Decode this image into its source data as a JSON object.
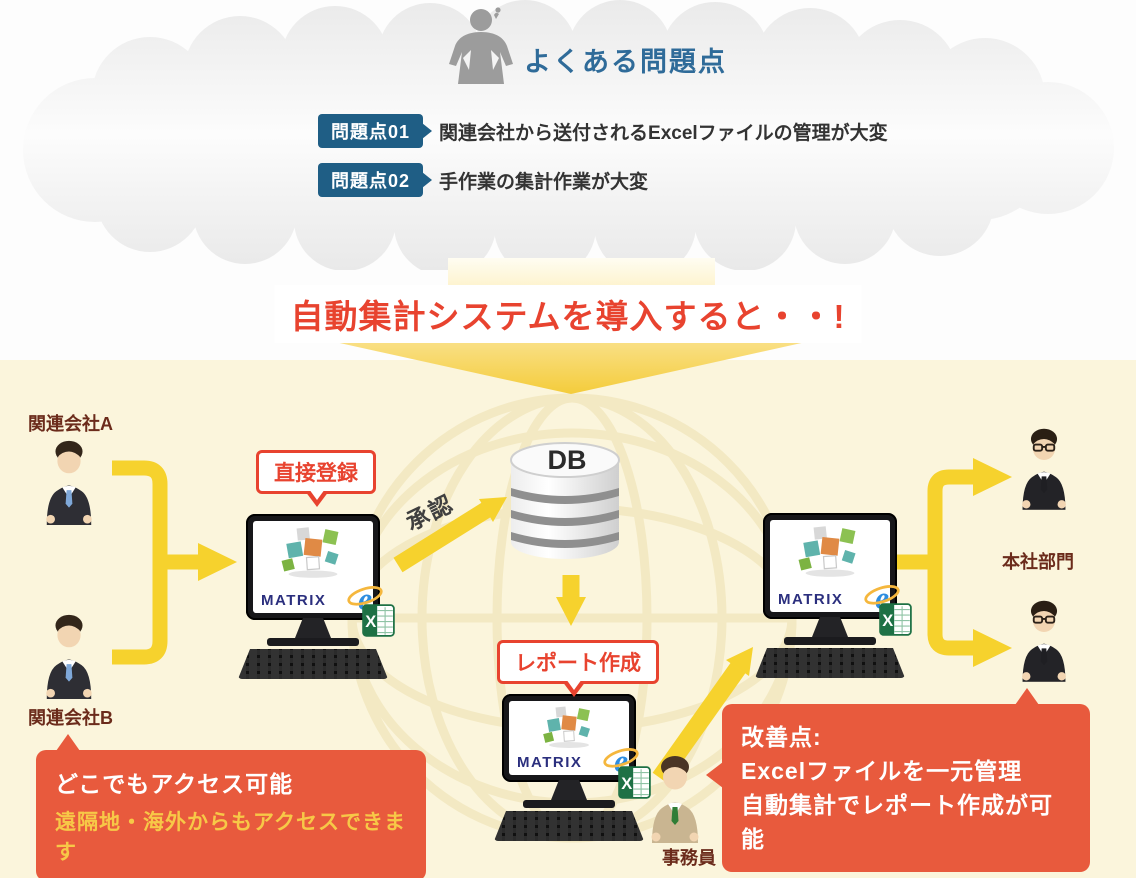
{
  "problem_cloud": {
    "title": "よくある問題点",
    "items": [
      {
        "badge": "問題点01",
        "text": "関連会社から送付されるExcelファイルの管理が大変"
      },
      {
        "badge": "問題点02",
        "text": "手作業の集計作業が大変"
      }
    ]
  },
  "intro_banner": {
    "title": "自動集計システムを導入すると・・!"
  },
  "flow": {
    "company_a": {
      "label": "関連会社A"
    },
    "company_b": {
      "label": "関連会社B"
    },
    "register_bubble": "直接登録",
    "approval_arrow": "承認",
    "database": "DB",
    "report_bubble": "レポート作成",
    "clerk": {
      "label": "事務員"
    },
    "headquarters": {
      "label": "本社部門"
    },
    "app_logo": "MATRIX",
    "ie_glyph": "e",
    "excel_glyph": "X",
    "access_note": {
      "title": "どこでもアクセス可能",
      "subtitle": "遠隔地・海外からもアクセスできます"
    },
    "improvement_note": {
      "lines": [
        "改善点:",
        "Excelファイルを一元管理",
        "自動集計でレポート作成が可能"
      ]
    }
  },
  "icons": {
    "person_silhouette": "person-silhouette-icon",
    "businessman": "businessman-icon",
    "executive": "executive-glasses-icon",
    "clerk": "clerk-icon",
    "database": "database-icon",
    "browser": "ie-browser-icon",
    "spreadsheet": "excel-icon",
    "app_cubes": "matrix-cubes-icon"
  },
  "colors": {
    "accent_red": "#E8432F",
    "note_box_red": "#E85A3D",
    "arrow_yellow": "#F6D22D",
    "badge_blue": "#1F5E85",
    "title_blue": "#2F6B99",
    "cream_background": "#FBF5DC",
    "globe_line": "#F3E9C3",
    "label_brown": "#6B2B1B",
    "note_yellow_text": "#F7C847",
    "matrix_blue": "#2B2F7E"
  }
}
